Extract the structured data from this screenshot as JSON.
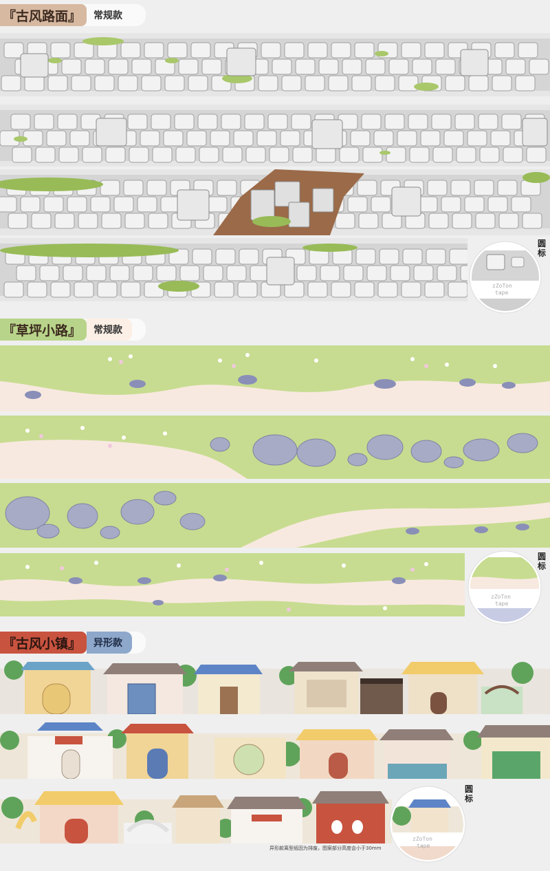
{
  "sections": [
    {
      "title": "『古风路面』",
      "subtitle": "常规款",
      "title_color": "#d7b9a1",
      "sub_bg": "#e9e9e9"
    },
    {
      "title": "『草坪小路』",
      "subtitle": "常规款",
      "title_color": "#b8d48a",
      "sub_bg": "#fbefe6"
    },
    {
      "title": "『古风小镇』",
      "subtitle": "异形款",
      "title_color": "#c8533f",
      "sub_bg": "#8ea8cc"
    }
  ],
  "logo_labels": [
    "圆标",
    "圆标",
    "圆标"
  ],
  "logo_text": [
    "zZoTon",
    "tape"
  ],
  "footnote": "异形款离型纸因为排废，图案部分高度会小于30mm",
  "colors": {
    "stone": "#c9c9c9",
    "stone_light": "#e9e9e9",
    "grass": "#c8dc92",
    "path": "#f8e9e0",
    "dirt": "#9b6a48"
  }
}
